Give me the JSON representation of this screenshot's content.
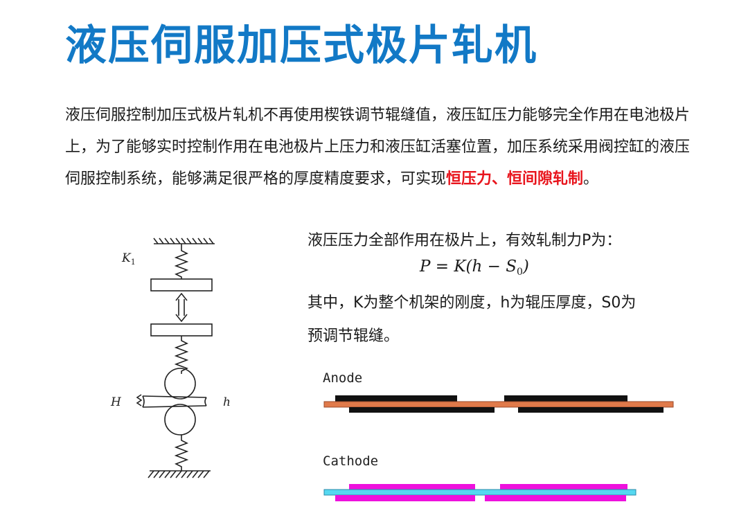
{
  "title": "液压伺服加压式极片轧机",
  "paragraph": {
    "text": "液压伺服控制加压式极片轧机不再使用楔铁调节辊缝值，液压缸压力能够完全作用在电池极片上，为了能够实时控制作用在电池极片上压力和液压缸活塞位置，加压系统采用阀控缸的液压伺服控制系统，能够满足很严格的厚度精度要求，可实现",
    "highlight": "恒压力、恒间隙轧制",
    "end": "。"
  },
  "force_intro": "液压压力全部作用在极片上，有效轧制力P为：",
  "formula": {
    "lhs": "P = K(h − S",
    "sub": "0",
    "rhs": ")"
  },
  "explanation_line1": "其中，K为整个机架的刚度，h为辊压厚度，S0为",
  "explanation_line2": "预调节辊缝。",
  "diagram": {
    "k_label": "K",
    "k_sub": "1",
    "h_upper_label": "H",
    "h_lower_label": "h"
  },
  "electrodes": {
    "anode_label": "Anode",
    "cathode_label": "Cathode",
    "colors": {
      "anode_coating": "#111111",
      "anode_foil": "#e07a4a",
      "cathode_coating": "#ee11dd",
      "cathode_foil": "#55d8f0"
    }
  }
}
